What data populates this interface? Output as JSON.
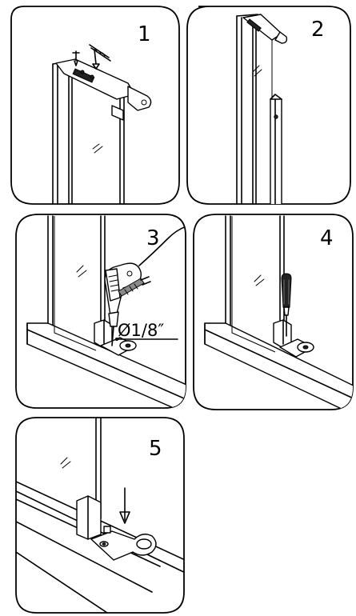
{
  "steps": [
    {
      "number": "1"
    },
    {
      "number": "2"
    },
    {
      "number": "3",
      "annotation": "Ø1/8″"
    },
    {
      "number": "4"
    },
    {
      "number": "5"
    }
  ]
}
